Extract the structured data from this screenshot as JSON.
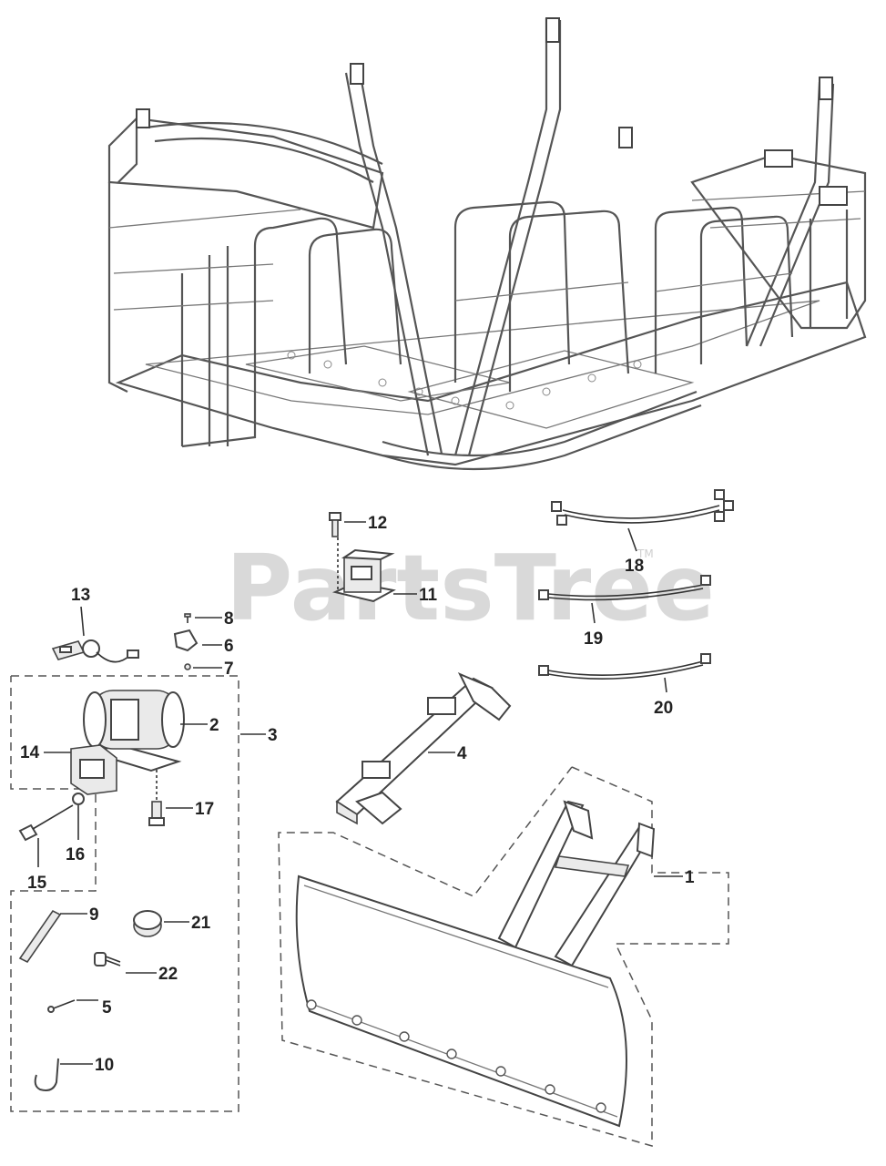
{
  "watermark": {
    "text": "PartsTree",
    "trademark": "TM"
  },
  "callouts": {
    "c1": "1",
    "c2": "2",
    "c3": "3",
    "c4": "4",
    "c5": "5",
    "c6": "6",
    "c7": "7",
    "c8": "8",
    "c9": "9",
    "c10": "10",
    "c11": "11",
    "c12": "12",
    "c13": "13",
    "c14": "14",
    "c15": "15",
    "c16": "16",
    "c17": "17",
    "c18": "18",
    "c19": "19",
    "c20": "20",
    "c21": "21",
    "c22": "22"
  },
  "colors": {
    "line": "#333333",
    "watermark": "#d9d9d9",
    "background": "#ffffff"
  }
}
